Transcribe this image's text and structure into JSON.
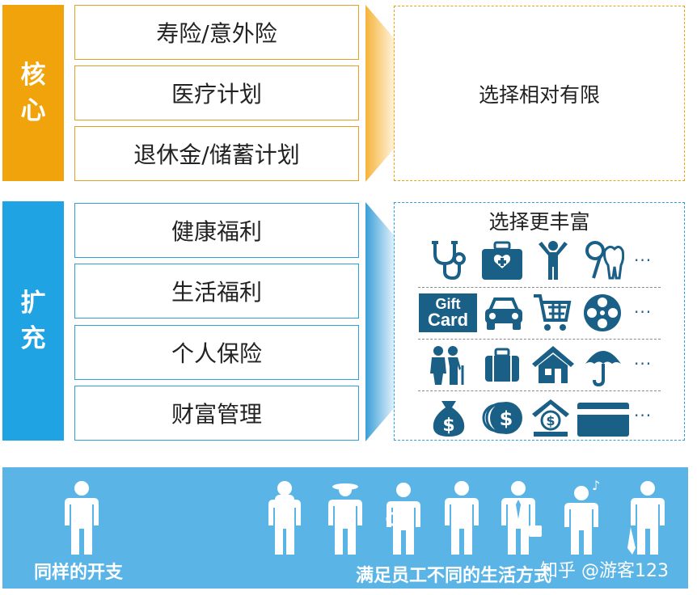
{
  "core": {
    "label": "核心",
    "items": [
      "寿险/意外险",
      "医疗计划",
      "退休金/储蓄计划"
    ],
    "panel_text": "选择相对有限",
    "color": "#f0a30a"
  },
  "extended": {
    "label": "扩充",
    "items": [
      "健康福利",
      "生活福利",
      "个人保险",
      "财富管理"
    ],
    "panel_title": "选择更丰富",
    "color": "#1fa3e3",
    "more": "···",
    "icons": [
      [
        "stethoscope-icon",
        "first-aid-kit-icon",
        "fitness-person-icon",
        "dental-icon"
      ],
      [
        "gift-card-icon",
        "car-icon",
        "shopping-cart-icon",
        "film-reel-icon"
      ],
      [
        "elderly-couple-icon",
        "briefcase-icon",
        "house-icon",
        "umbrella-icon"
      ],
      [
        "money-bag-icon",
        "coins-icon",
        "bank-icon",
        "credit-card-icon"
      ]
    ],
    "gift_card_text": [
      "Gift",
      "Card"
    ]
  },
  "bottom": {
    "left_label": "同样的开支",
    "right_label": "满足员工不同的生活方式",
    "color": "#5ab4e6"
  },
  "watermark": "知乎 @游客123"
}
